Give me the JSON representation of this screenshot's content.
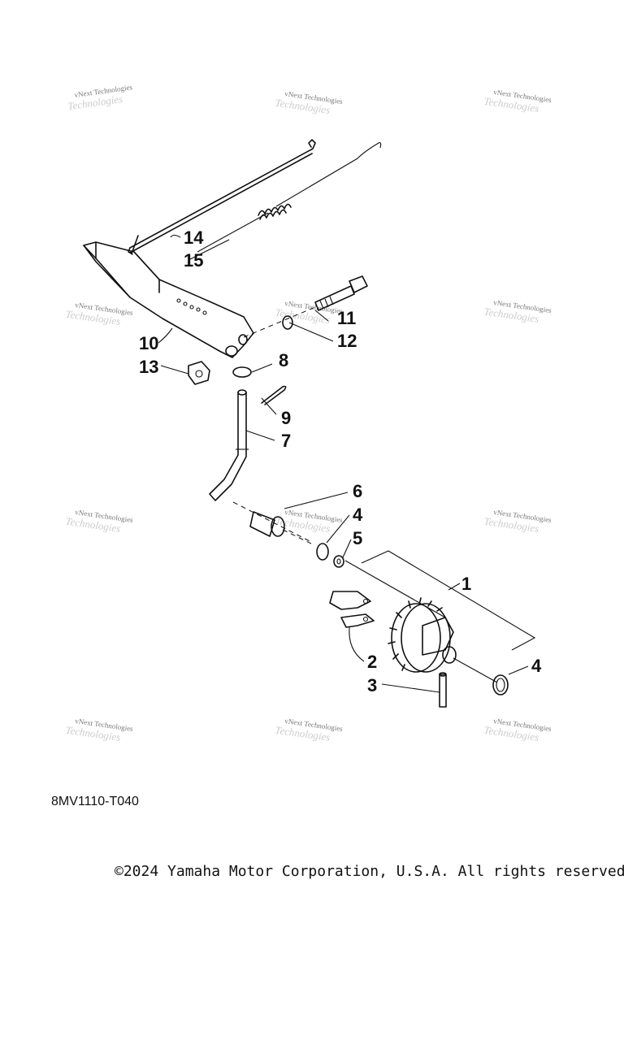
{
  "diagram": {
    "code": "8MV1110-T040",
    "watermark_text": "vNext Technologies",
    "callouts": [
      "1",
      "2",
      "3",
      "4",
      "4",
      "5",
      "6",
      "7",
      "8",
      "9",
      "10",
      "11",
      "12",
      "13",
      "14",
      "15"
    ]
  },
  "footer": {
    "copyright": "©2024 Yamaha Motor Corporation, U.S.A. All rights reserved."
  }
}
